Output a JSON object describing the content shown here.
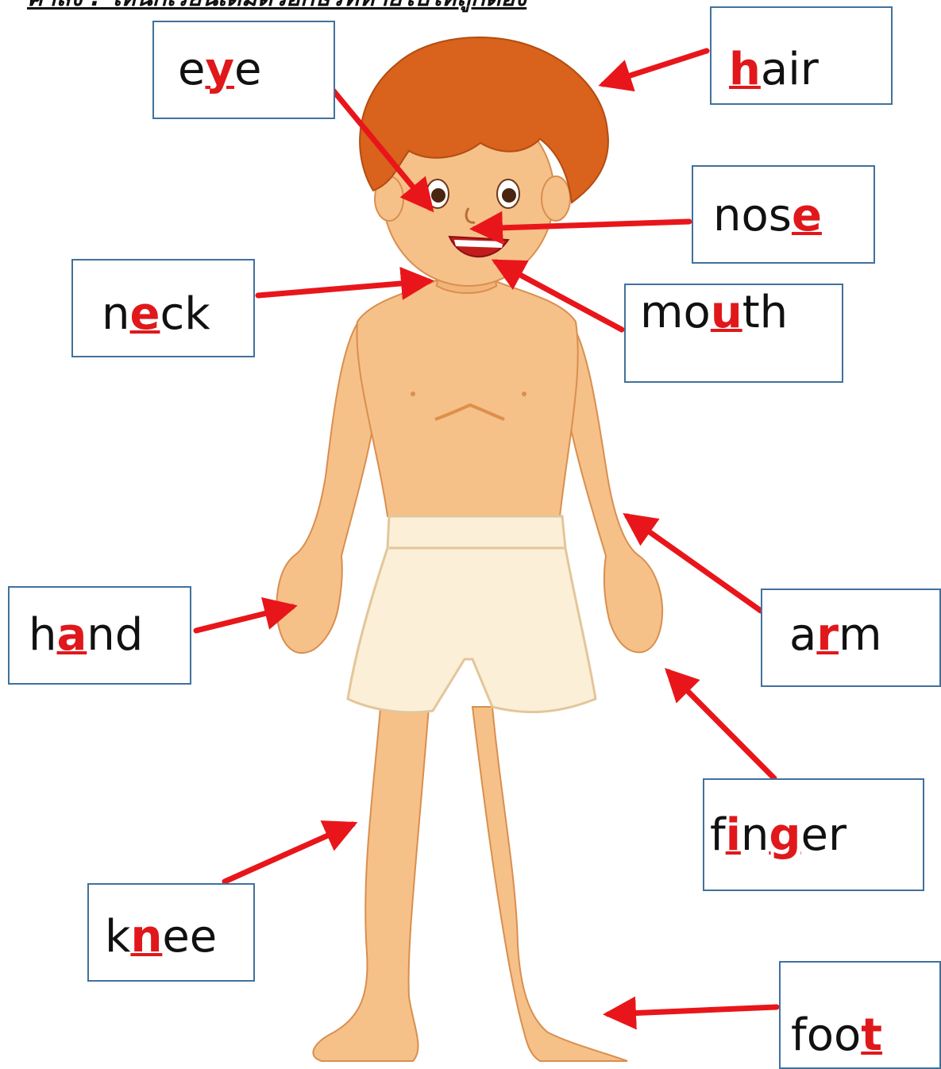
{
  "instruction": "คำสั่ง : ให้นักเรียนเติมตัวอักษรที่หายไปให้ถูกต้อง",
  "colors": {
    "box_border": "#41719c",
    "arrow": "#e8161a",
    "highlight_letter": "#e0181b",
    "skin": "#f6c089",
    "hair": "#d9621c",
    "shorts": "#fbefd8"
  },
  "labels": [
    {
      "id": "hair",
      "pre": "",
      "hl": "h",
      "post": "air"
    },
    {
      "id": "eye",
      "pre": "e",
      "hl": "y",
      "post": "e"
    },
    {
      "id": "nose",
      "pre": "nos",
      "hl": "e",
      "post": ""
    },
    {
      "id": "neck",
      "pre": "n",
      "hl": "e",
      "post": "ck"
    },
    {
      "id": "mouth",
      "pre": "mo",
      "hl": "u",
      "post": "th"
    },
    {
      "id": "hand",
      "pre": "h",
      "hl": "a",
      "post": "nd"
    },
    {
      "id": "arm",
      "pre": "a",
      "hl": "r",
      "post": "m"
    },
    {
      "id": "finger",
      "pre": "f",
      "hl": "i",
      "mid": "n",
      "hl2": "g",
      "post": "er"
    },
    {
      "id": "knee",
      "pre": "k",
      "hl": "n",
      "post": "ee"
    },
    {
      "id": "foot",
      "pre": "foo",
      "hl": "t",
      "post": ""
    }
  ]
}
